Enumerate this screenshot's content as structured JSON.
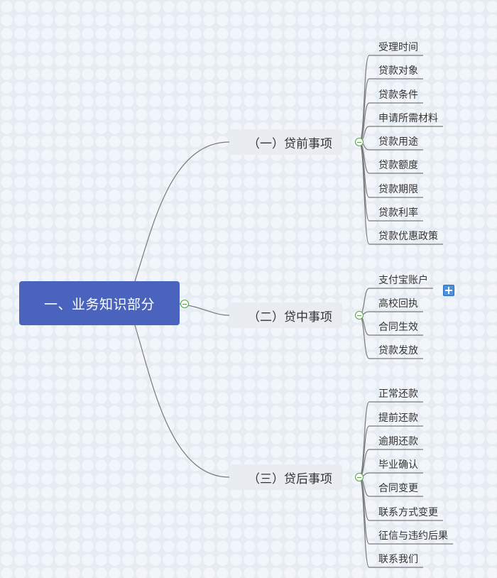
{
  "root": {
    "label": "一、业务知识部分"
  },
  "branches": [
    {
      "label": "（一）贷前事项",
      "children": [
        "受理时间",
        "贷款对象",
        "贷款条件",
        "申请所需材料",
        "贷款用途",
        "贷款额度",
        "贷款期限",
        "贷款利率",
        "贷款优惠政策"
      ]
    },
    {
      "label": "（二）贷中事项",
      "children": [
        "支付宝账户",
        "高校回执",
        "合同生效",
        "贷款发放"
      ]
    },
    {
      "label": "（三）贷后事项",
      "children": [
        "正常还款",
        "提前还款",
        "逾期还款",
        "毕业确认",
        "合同变更",
        "联系方式变更",
        "征信与违约后果",
        "联系我们"
      ]
    }
  ],
  "colors": {
    "root_fill": "#4a64be",
    "branch_fill": "#e9ecf1",
    "toggle": "#52a242",
    "link": "#7a7a7a"
  }
}
